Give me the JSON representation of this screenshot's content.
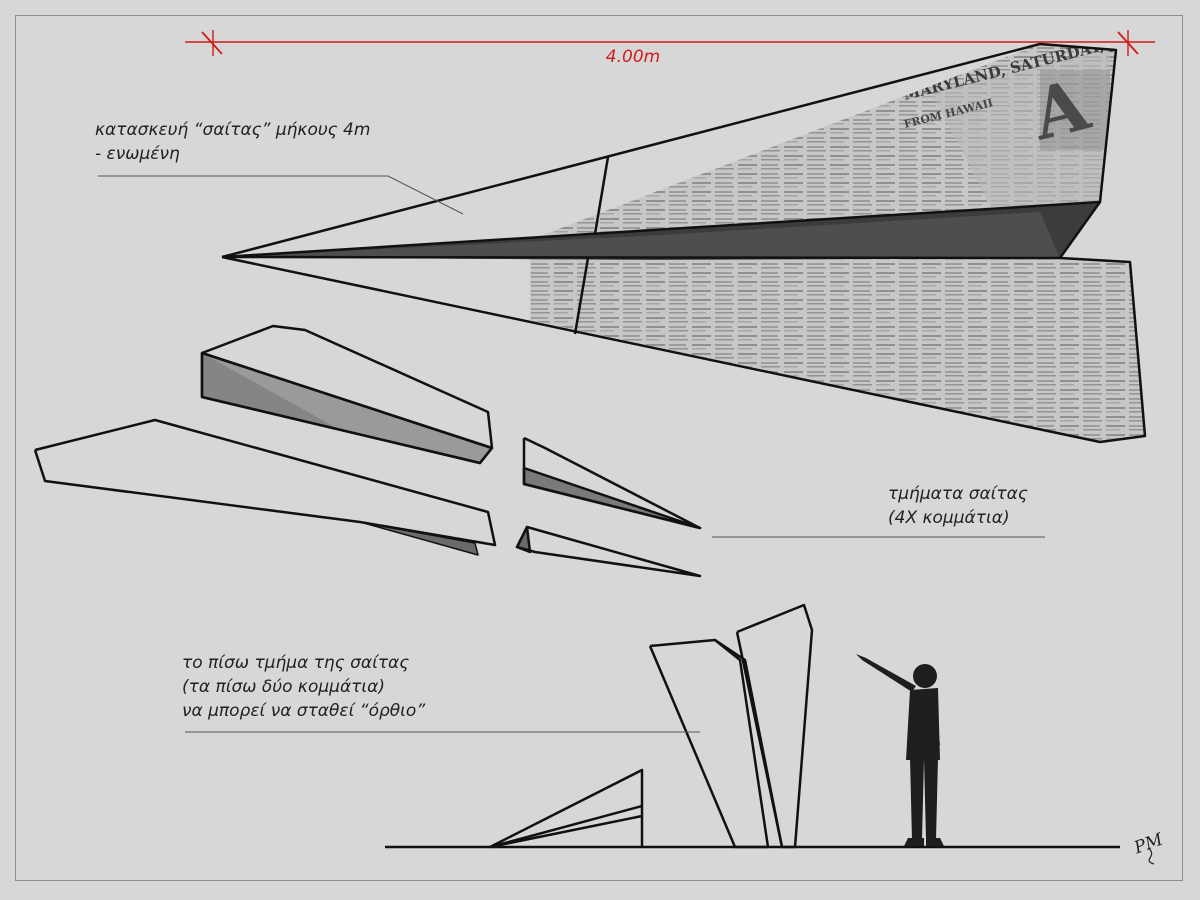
{
  "dimension": {
    "label": "4.00m",
    "color": "#d11a1a"
  },
  "annotations": {
    "assembled": {
      "line1": "κατασκευή “σαίτας” μήκους 4m",
      "line2": "- ενωμένη"
    },
    "segments": {
      "line1": "τμήματα σαίτας",
      "line2": "(4X κομμάτια)"
    },
    "rear": {
      "line1": "το πίσω τμήμα της σαίτας",
      "line2": "(τα πίσω δύο κομμάτια)",
      "line3": "να μπορεί να σταθεί “όρθιο”"
    }
  },
  "newspaper_text": {
    "masthead": "MARYLAND, SATURDAY, JUNE",
    "headline": "FROM HAWAII",
    "letter": "A"
  },
  "signature": {
    "text": "PM"
  },
  "colors": {
    "paper": "#d7d7d7",
    "line": "#111111",
    "dark_fold": "#3c3c3c",
    "mid_fold": "#7a7a7a",
    "newspaper": "#c4c4c4",
    "silhouette": "#1e1e1e"
  }
}
